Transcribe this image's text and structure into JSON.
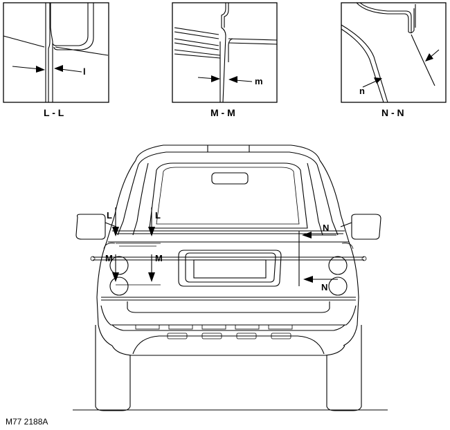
{
  "figure": {
    "reference_code": "M77 2188A",
    "sections": [
      {
        "caption": "L - L",
        "dimension_label": "l"
      },
      {
        "caption": "M - M",
        "dimension_label": "m"
      },
      {
        "caption": "N - N",
        "dimension_label": "n"
      }
    ],
    "cut_markers": {
      "l_left": "L",
      "l_right": "L",
      "m_left": "M",
      "m_right": "M",
      "n_top": "N",
      "n_bottom": "N"
    }
  }
}
